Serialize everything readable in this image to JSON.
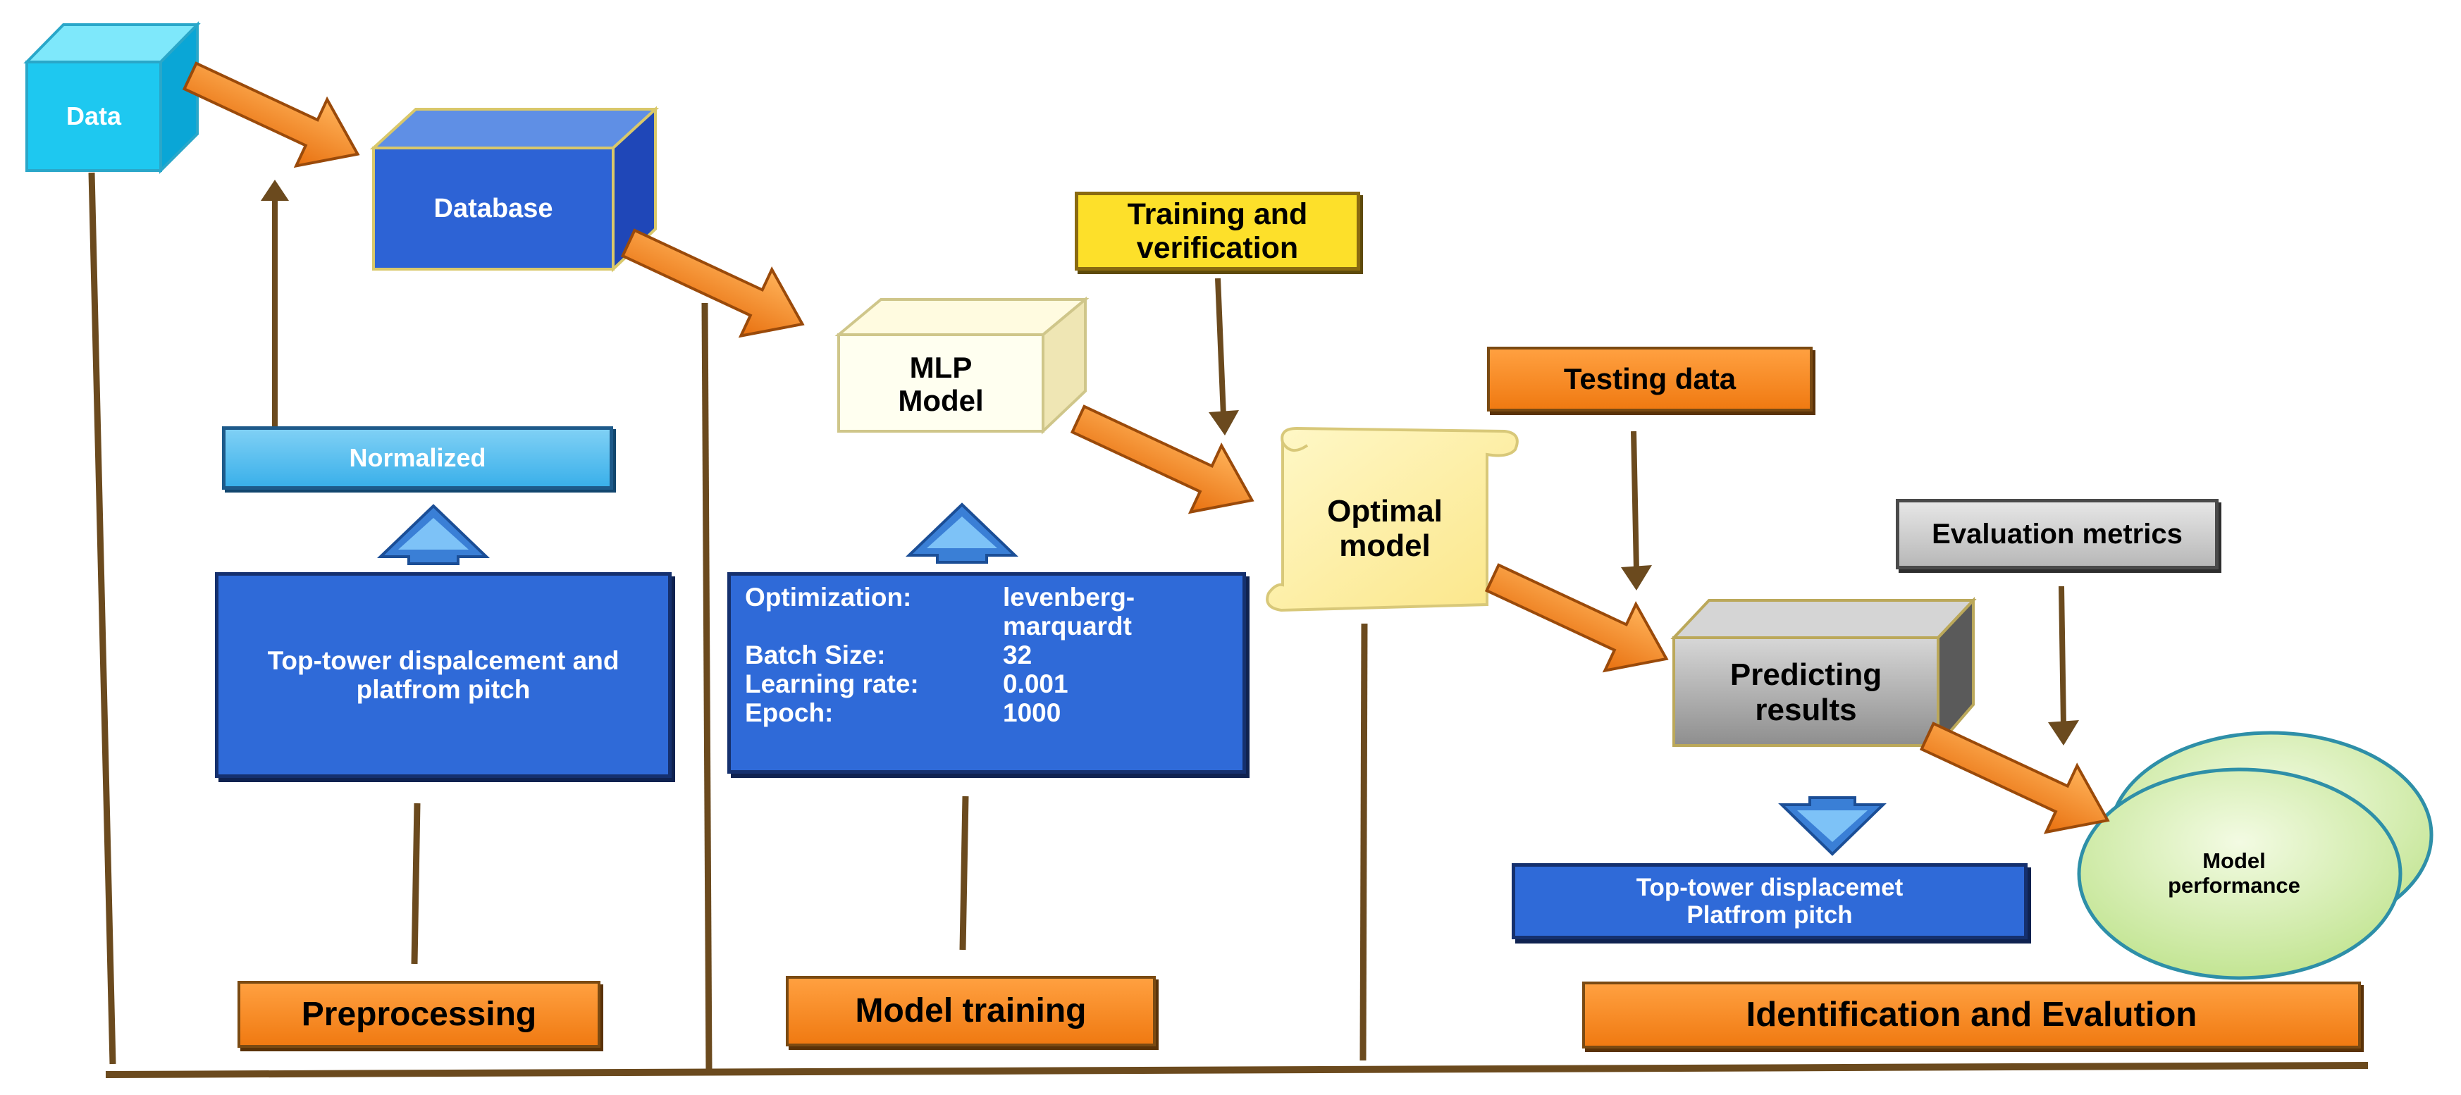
{
  "nodes": {
    "data": "Data",
    "database": "Database",
    "normalized": "Normalized",
    "preprocessing_input": "Top-tower dispalcement and platfrom pitch",
    "mlp_model": "MLP Model",
    "training_verification": "Training and verification",
    "optimal_model": "Optimal model",
    "testing_data": "Testing data",
    "predicting_results": "Predicting results",
    "evaluation_metrics": "Evaluation metrics",
    "model_performance": "Model performance",
    "outputs": [
      "Top-tower displacemet",
      "Platfrom pitch"
    ]
  },
  "training_params": [
    {
      "key": "Optimization:",
      "value": "levenberg-marquardt"
    },
    {
      "key": "Batch Size:",
      "value": "32"
    },
    {
      "key": "Learning rate:",
      "value": "0.001"
    },
    {
      "key": "Epoch:",
      "value": "1000"
    }
  ],
  "phases": {
    "preprocessing": "Preprocessing",
    "model_training": "Model training",
    "identification": "Identification and Evalution"
  },
  "colors": {
    "arrow_orange": "#f58220",
    "line_brown": "#6b4a1e",
    "box_blue": "#2f6ad8",
    "cyan": "#1ec8f0",
    "label_orange": "#f58a22",
    "yellow": "#fde02a",
    "gray": "#a8a8a8",
    "green": "#d7efb0"
  }
}
